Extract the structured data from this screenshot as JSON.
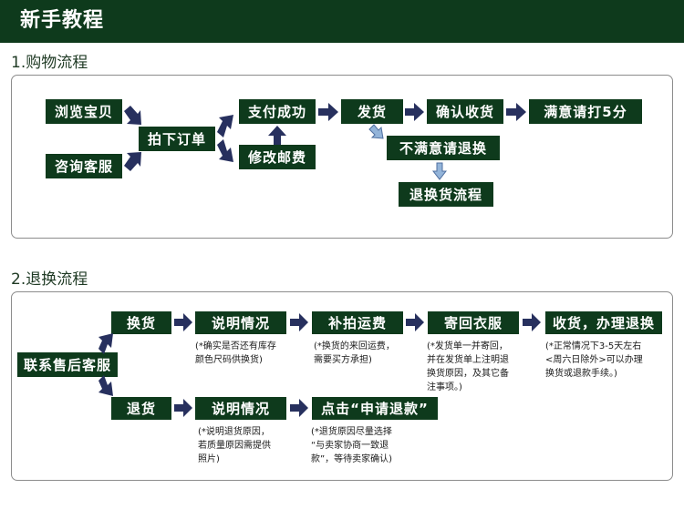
{
  "header": {
    "title": "新手教程"
  },
  "section1": {
    "title": "1.购物流程",
    "nodes": {
      "browse": "浏览宝贝",
      "consult": "咨询客服",
      "order": "拍下订单",
      "pay_success": "支付成功",
      "edit_postage": "修改邮费",
      "ship": "发货",
      "confirm_receipt": "确认收货",
      "satisfied": "满意请打5分",
      "unsatisfied": "不满意请退换",
      "return_flow": "退换货流程"
    }
  },
  "section2": {
    "title": "2.退换流程",
    "nodes": {
      "contact_service": "联系售后客服",
      "exchange": "换货",
      "explain1": "说明情况",
      "reshoot_fee": "补拍运费",
      "send_back": "寄回衣服",
      "receive_refund": "收货，办理退换",
      "refund": "退货",
      "explain2": "说明情况",
      "apply_refund": "点击“申请退款”"
    },
    "notes": {
      "explain1": "(*确实是否还有库存\n颜色尺码供换货)",
      "reshoot_fee": "(*换货的来回运费，\n需要买方承担)",
      "send_back": "(*发货单一并寄回，\n并在发货单上注明退\n换货原因，及其它备\n注事项。)",
      "receive_refund": "(*正常情况下3-5天左右\n<周六日除外>可以办理\n换货或退款手续。)",
      "explain2": "(*说明退货原因，\n若质量原因需提供\n照片)",
      "apply_refund": "(*退货原因尽量选择\n“与卖家协商一致退\n款”，等待卖家确认)"
    }
  },
  "colors": {
    "node_bg": "#0e3a1c",
    "arrow": "#27305e",
    "arrow_light": "#93b4d9",
    "panel_border": "#8c8c8c"
  }
}
